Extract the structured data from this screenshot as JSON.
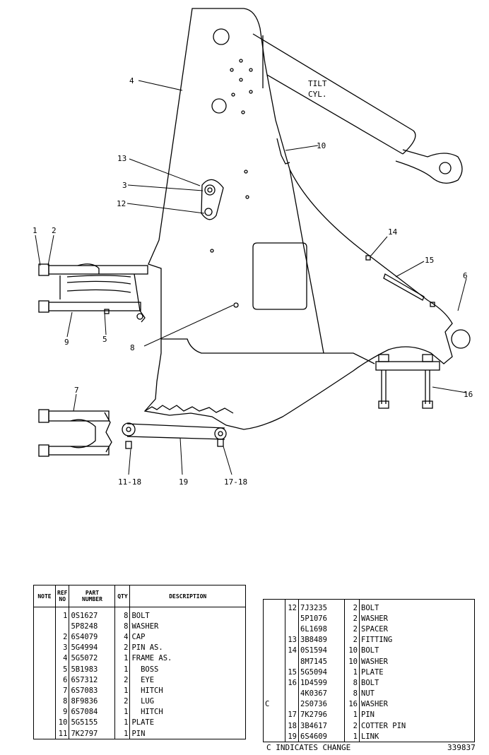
{
  "callouts": {
    "c1": "1",
    "c2": "2",
    "c3": "3",
    "c4": "4",
    "c5": "5",
    "c6": "6",
    "c7": "7",
    "c8": "8",
    "c9": "9",
    "c10": "10",
    "c12": "12",
    "c13": "13",
    "c14": "14",
    "c15": "15",
    "c16": "16",
    "c19": "19",
    "c11_18": "11-18",
    "c17_18": "17-18",
    "tilt": "TILT",
    "cyl": "CYL."
  },
  "table_headers": {
    "note": "NOTE",
    "ref_line1": "REF",
    "ref_line2": "NO",
    "part_line1": "PART",
    "part_line2": "NUMBER",
    "qty": "QTY",
    "desc": "DESCRIPTION"
  },
  "parts_left": [
    {
      "note": "",
      "ref": "1",
      "part": "0S1627",
      "qty": "8",
      "desc": "BOLT"
    },
    {
      "note": "",
      "ref": "",
      "part": "5P8248",
      "qty": "8",
      "desc": "WASHER"
    },
    {
      "note": "",
      "ref": "2",
      "part": "6S4079",
      "qty": "4",
      "desc": "CAP"
    },
    {
      "note": "",
      "ref": "3",
      "part": "5G4994",
      "qty": "2",
      "desc": "PIN AS."
    },
    {
      "note": "",
      "ref": "4",
      "part": "5G5072",
      "qty": "1",
      "desc": "FRAME AS."
    },
    {
      "note": "",
      "ref": "5",
      "part": "5B1983",
      "qty": "1",
      "desc": "  BOSS"
    },
    {
      "note": "",
      "ref": "6",
      "part": "6S7312",
      "qty": "2",
      "desc": "  EYE"
    },
    {
      "note": "",
      "ref": "7",
      "part": "6S7083",
      "qty": "1",
      "desc": "  HITCH"
    },
    {
      "note": "",
      "ref": "8",
      "part": "8F9836",
      "qty": "2",
      "desc": "  LUG"
    },
    {
      "note": "",
      "ref": "9",
      "part": "6S7084",
      "qty": "1",
      "desc": "  HITCH"
    },
    {
      "note": "",
      "ref": "10",
      "part": "5G5155",
      "qty": "1",
      "desc": "PLATE"
    },
    {
      "note": "",
      "ref": "11",
      "part": "7K2797",
      "qty": "1",
      "desc": "PIN"
    }
  ],
  "parts_right": [
    {
      "note": "",
      "ref": "12",
      "part": "7J3235",
      "qty": "2",
      "desc": "BOLT"
    },
    {
      "note": "",
      "ref": "",
      "part": "5P1076",
      "qty": "2",
      "desc": "WASHER"
    },
    {
      "note": "",
      "ref": "",
      "part": "6L1698",
      "qty": "2",
      "desc": "SPACER"
    },
    {
      "note": "",
      "ref": "13",
      "part": "3B8489",
      "qty": "2",
      "desc": "FITTING"
    },
    {
      "note": "",
      "ref": "14",
      "part": "0S1594",
      "qty": "10",
      "desc": "BOLT"
    },
    {
      "note": "",
      "ref": "",
      "part": "8M7145",
      "qty": "10",
      "desc": "WASHER"
    },
    {
      "note": "",
      "ref": "15",
      "part": "5G5094",
      "qty": "1",
      "desc": "PLATE"
    },
    {
      "note": "",
      "ref": "16",
      "part": "1D4599",
      "qty": "8",
      "desc": "BOLT"
    },
    {
      "note": "",
      "ref": "",
      "part": "4K0367",
      "qty": "8",
      "desc": "NUT"
    },
    {
      "note": "C",
      "ref": "",
      "part": "2S0736",
      "qty": "16",
      "desc": "WASHER"
    },
    {
      "note": "",
      "ref": "17",
      "part": "7K2796",
      "qty": "1",
      "desc": "PIN"
    },
    {
      "note": "",
      "ref": "18",
      "part": "3B4617",
      "qty": "2",
      "desc": "COTTER PIN"
    },
    {
      "note": "",
      "ref": "19",
      "part": "6S4609",
      "qty": "1",
      "desc": "LINK"
    }
  ],
  "footer": {
    "note": "C   INDICATES CHANGE",
    "drawing_id": "339837"
  }
}
